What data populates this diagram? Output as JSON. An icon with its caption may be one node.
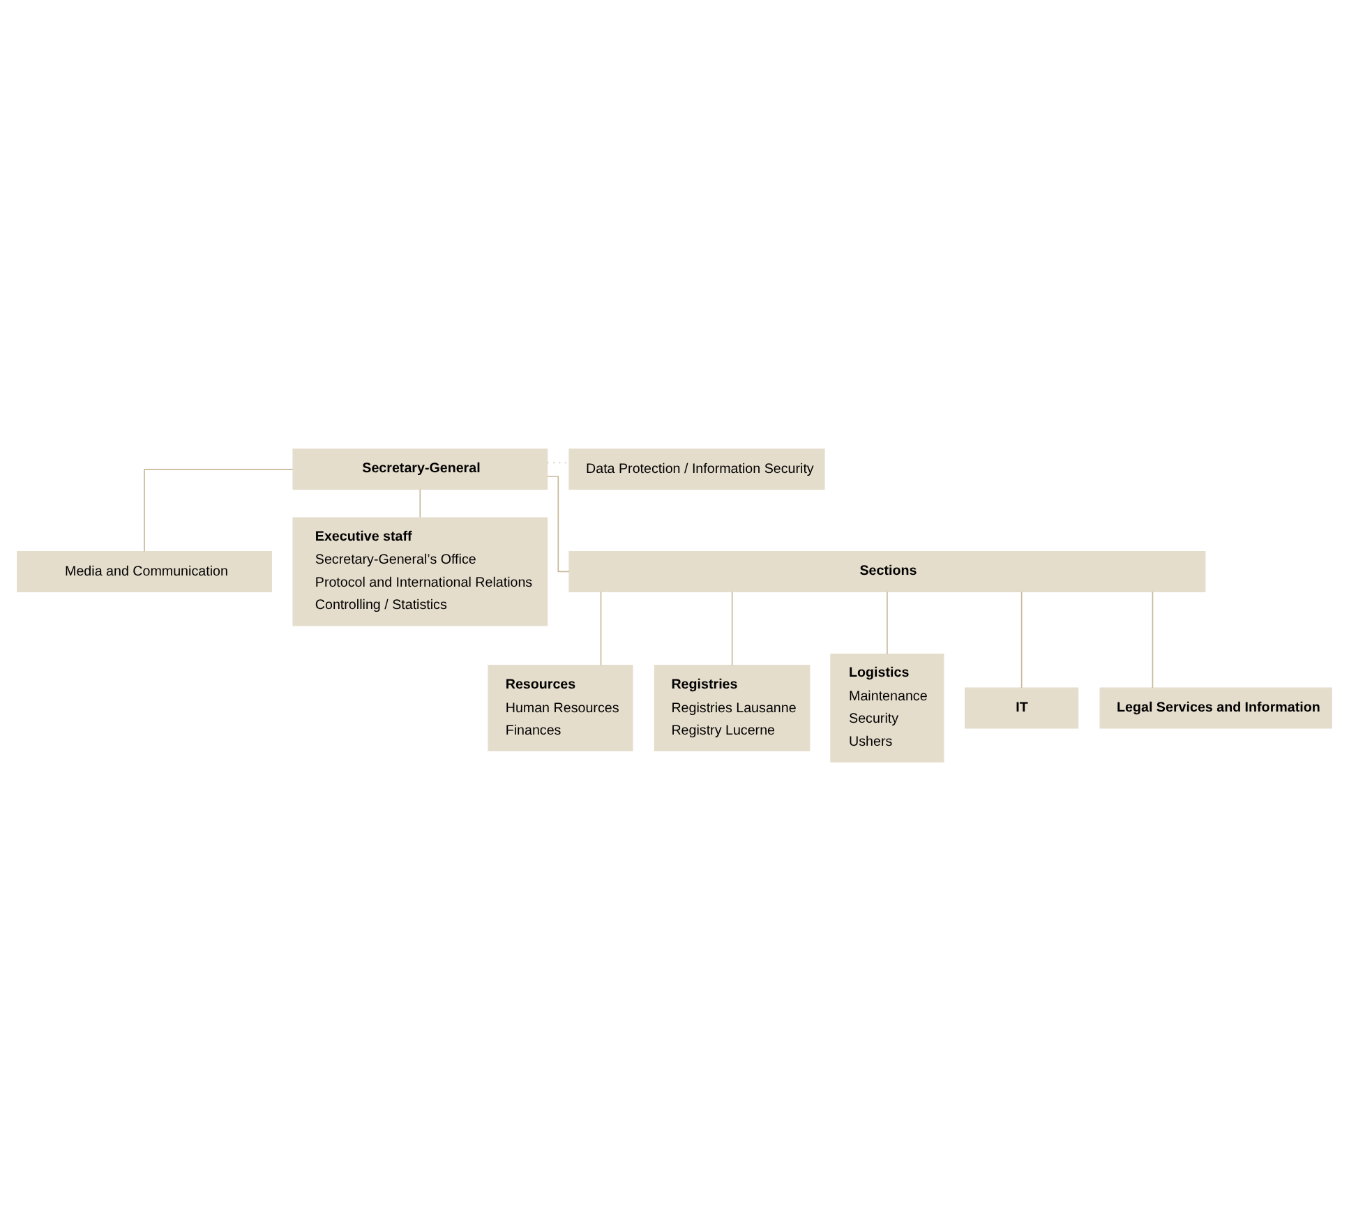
{
  "diagram": {
    "nodes": [
      {
        "text": [
          "Secretary-General"
        ]
      },
      {
        "text": [
          "Data Protection / Information Security"
        ]
      },
      {
        "text": [
          "Media and Communication"
        ]
      },
      {
        "text": [
          "Executive staff",
          "Secretary-General’s Office",
          "Protocol and International Relations",
          "Controlling / Statistics"
        ]
      },
      {
        "text": [
          "Sections"
        ]
      },
      {
        "text": [
          "Resources",
          "Human Resources",
          "Finances"
        ]
      },
      {
        "text": [
          "Registries",
          "Registries Lausanne",
          "Registry Lucerne"
        ]
      },
      {
        "text": [
          "Logistics",
          "Maintenance",
          "Security",
          "Ushers"
        ]
      },
      {
        "text": [
          "IT"
        ]
      },
      {
        "text": [
          "Legal Services and Information"
        ]
      }
    ],
    "edges": [
      {
        "from": 0,
        "to": 1,
        "arrow": "none",
        "style": "dashed"
      },
      {
        "from": 0,
        "to": 2,
        "arrow": "none"
      },
      {
        "from": 0,
        "to": 3,
        "arrow": "none"
      },
      {
        "from": 0,
        "to": 4,
        "arrow": "none"
      },
      {
        "from": 4,
        "to": 5,
        "arrow": "none"
      },
      {
        "from": 4,
        "to": 6,
        "arrow": "none"
      },
      {
        "from": 4,
        "to": 7,
        "arrow": "none"
      },
      {
        "from": 4,
        "to": 8,
        "arrow": "none"
      },
      {
        "from": 4,
        "to": 9,
        "arrow": "none"
      }
    ]
  }
}
